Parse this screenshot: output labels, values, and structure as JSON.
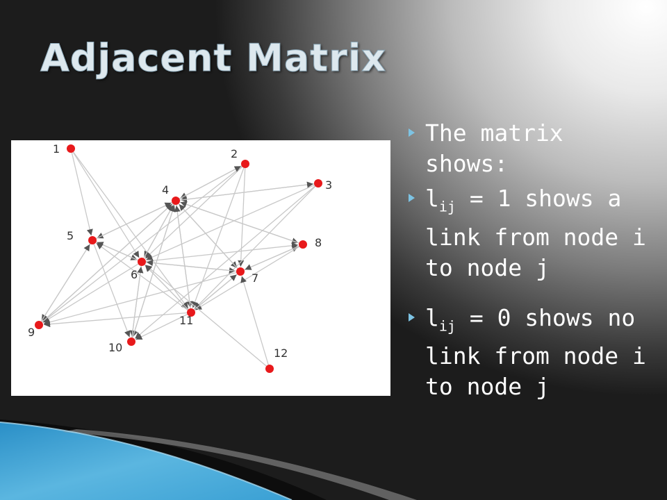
{
  "slide": {
    "title": "Adjacent Matrix",
    "accent_color": "#7dc3e3"
  },
  "graph": {
    "nodes": [
      {
        "id": 1,
        "label": "1"
      },
      {
        "id": 2,
        "label": "2"
      },
      {
        "id": 3,
        "label": "3"
      },
      {
        "id": 4,
        "label": "4"
      },
      {
        "id": 5,
        "label": "5"
      },
      {
        "id": 6,
        "label": "6"
      },
      {
        "id": 7,
        "label": "7"
      },
      {
        "id": 8,
        "label": "8"
      },
      {
        "id": 9,
        "label": "9"
      },
      {
        "id": 10,
        "label": "10"
      },
      {
        "id": 11,
        "label": "11"
      },
      {
        "id": 12,
        "label": "12"
      }
    ],
    "edges": [
      [
        1,
        5
      ],
      [
        1,
        6
      ],
      [
        1,
        11
      ],
      [
        2,
        4
      ],
      [
        2,
        6
      ],
      [
        2,
        7
      ],
      [
        2,
        9
      ],
      [
        2,
        11
      ],
      [
        3,
        4
      ],
      [
        3,
        6
      ],
      [
        3,
        10
      ],
      [
        3,
        11
      ],
      [
        4,
        2
      ],
      [
        4,
        3
      ],
      [
        4,
        5
      ],
      [
        4,
        6
      ],
      [
        4,
        7
      ],
      [
        4,
        8
      ],
      [
        4,
        9
      ],
      [
        4,
        10
      ],
      [
        4,
        11
      ],
      [
        5,
        4
      ],
      [
        5,
        6
      ],
      [
        5,
        9
      ],
      [
        5,
        10
      ],
      [
        6,
        4
      ],
      [
        6,
        5
      ],
      [
        6,
        7
      ],
      [
        6,
        8
      ],
      [
        6,
        9
      ],
      [
        6,
        10
      ],
      [
        6,
        11
      ],
      [
        7,
        4
      ],
      [
        7,
        6
      ],
      [
        7,
        8
      ],
      [
        7,
        9
      ],
      [
        7,
        11
      ],
      [
        8,
        4
      ],
      [
        8,
        7
      ],
      [
        8,
        11
      ],
      [
        9,
        4
      ],
      [
        9,
        5
      ],
      [
        10,
        4
      ],
      [
        10,
        6
      ],
      [
        11,
        4
      ],
      [
        11,
        5
      ],
      [
        11,
        6
      ],
      [
        11,
        7
      ],
      [
        11,
        9
      ],
      [
        11,
        10
      ],
      [
        12,
        6
      ],
      [
        12,
        7
      ]
    ],
    "node_color": "#e8191b",
    "edge_color": "#c8c8c8",
    "arrow_color": "#555555"
  },
  "bullets": [
    {
      "parts": {
        "t1": "The matrix shows:"
      }
    },
    {
      "parts": {
        "t1": " l",
        "sub": "ij",
        "t2": " = 1 shows a link from node i to node j"
      }
    },
    {
      "parts": {
        "t1": "l",
        "sub": "ij",
        "t2": " = 0 shows no link from node i to node j"
      }
    }
  ]
}
